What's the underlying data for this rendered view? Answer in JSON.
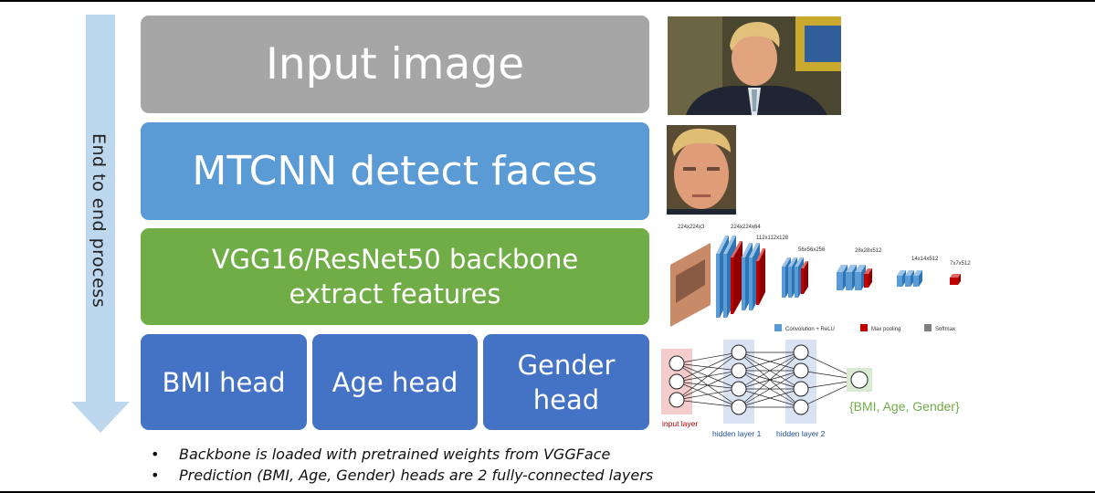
{
  "arrow_label": "End to end process",
  "stages": {
    "input": "Input image",
    "detect": "MTCNN detect faces",
    "backbone": "VGG16/ResNet50 backbone extract features",
    "heads": [
      "BMI head",
      "Age head",
      "Gender head"
    ]
  },
  "vgg": {
    "dims": [
      "224x224x3",
      "224x224x64",
      "112x112x128",
      "56x56x256",
      "28x28x512",
      "14x14x512",
      "7x7x512"
    ],
    "legend": [
      "Convolution + ReLU",
      "Max pooling",
      "Softmax"
    ]
  },
  "mlp": {
    "layers": [
      "input layer",
      "hidden layer 1",
      "hidden layer 2"
    ],
    "output": "{BMI, Age, Gender}"
  },
  "bullets": [
    "Backbone is loaded with pretrained weights from VGGFace",
    "Prediction (BMI, Age, Gender) heads are 2 fully-connected layers"
  ],
  "colors": {
    "input": "#a6a6a6",
    "detect": "#5b9bd5",
    "backbone": "#70ad47",
    "heads": "#4472c4",
    "arrow": "#bdd7ee",
    "conv": "#5b9bd5",
    "pool": "#c00000",
    "softmax": "#7f7f7f"
  }
}
